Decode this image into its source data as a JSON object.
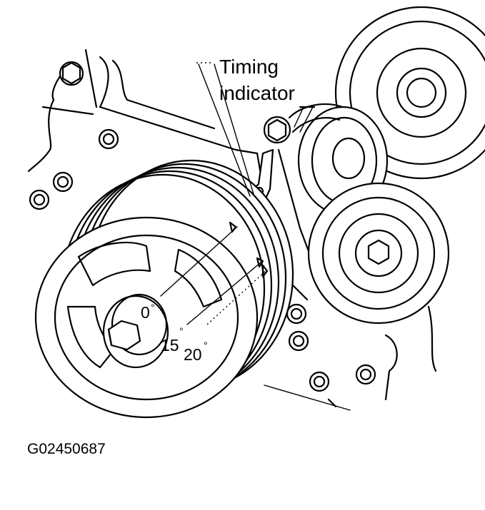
{
  "callout": {
    "line1": "Timing",
    "line2": "indicator"
  },
  "marks": {
    "zero": "0",
    "fifteen": "15",
    "twenty": "20",
    "degree": "°"
  },
  "figure_id": "G02450687"
}
